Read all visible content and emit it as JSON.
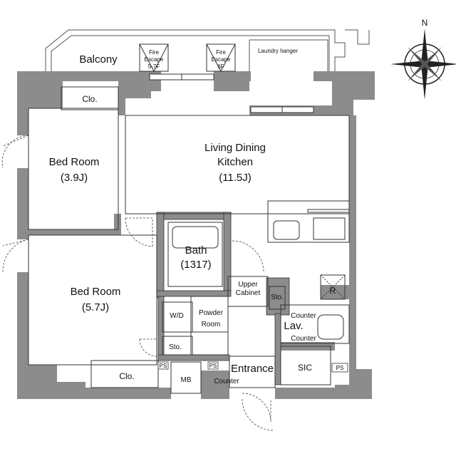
{
  "compass": {
    "north": "N"
  },
  "labels": {
    "balcony": "Balcony",
    "fire_escape_1_a": "Fire",
    "fire_escape_1_b": "Escape",
    "fire_escape_1_c": "5-7F",
    "fire_escape_2_a": "Fire",
    "fire_escape_2_b": "Escape",
    "fire_escape_2_c": "6F",
    "laundry": "Laundry hanger",
    "clo_top": "Clo.",
    "bed1_name": "Bed Room",
    "bed1_size": "(3.9J)",
    "ldk_1": "Living Dining",
    "ldk_2": "Kitchen",
    "ldk_size": "(11.5J)",
    "bath": "Bath",
    "bath_size": "(1317)",
    "upper_1": "Upper",
    "upper_2": "Cabinet",
    "sto_small": "Sto.",
    "refrigerator": "R",
    "bed2_name": "Bed Room",
    "bed2_size": "(5.7J)",
    "wd": "W/D",
    "powder_1": "Powder",
    "powder_2": "Room",
    "counter_1": "Counter",
    "lav": "Lav.",
    "counter_2": "Counter",
    "sto_mid": "Sto.",
    "clo_bottom": "Clo.",
    "ps_1": "PS",
    "mb": "MB",
    "ps_2": "PS",
    "entrance": "Entrance",
    "counter_3": "Counter",
    "sic": "SIC",
    "ps_3": "PS"
  }
}
